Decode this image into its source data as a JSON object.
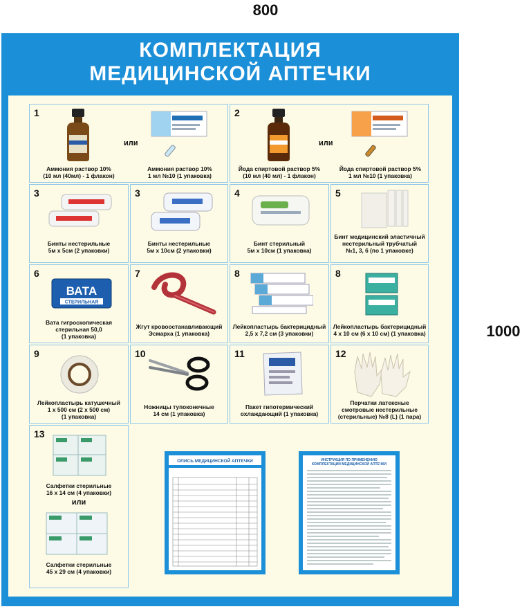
{
  "dimensions": {
    "width_label": "800",
    "height_label": "1000"
  },
  "poster": {
    "title_line1": "КОМПЛЕКТАЦИЯ",
    "title_line2": "МЕДИЦИНСКОЙ АПТЕЧКИ",
    "colors": {
      "frame": "#1b8fd7",
      "background": "#fdfbe5",
      "grid": "#8cc6ea"
    }
  },
  "items": {
    "i1": {
      "num": "1",
      "a_l1": "Аммония раствор 10%",
      "a_l2": "(10 мл (40мл) - 1 флакон)",
      "or": "или",
      "b_l1": "Аммония раствор 10%",
      "b_l2": "1 мл №10 (1 упаковка)"
    },
    "i2": {
      "num": "2",
      "a_l1": "Йода спиртовой раствор 5%",
      "a_l2": "(10 мл (40 мл) - 1 флакон)",
      "or": "или",
      "b_l1": "Йода спиртовой раствор 5%",
      "b_l2": "1 мл №10 (1 упаковка)"
    },
    "i3a": {
      "num": "3",
      "l1": "Бинты нестерильные",
      "l2": "5м х 5см (2 упаковки)"
    },
    "i3b": {
      "num": "3",
      "l1": "Бинты нестерильные",
      "l2": "5м х 10см (2 упаковки)"
    },
    "i4": {
      "num": "4",
      "l1": "Бинт стерильный",
      "l2": "5м х 10см (1 упаковка)"
    },
    "i5": {
      "num": "5",
      "l1": "Бинт медицинский эластичный",
      "l2": "нестерильный трубчатый",
      "l3": "№1, 3, 6 (по 1 упаковке)"
    },
    "i6": {
      "num": "6",
      "l1": "Вата гигроскопическая",
      "l2": "стерильная 50,0",
      "l3": "(1 упаковка)",
      "pack_text": "ВАТА",
      "pack_sub": "СТЕРИЛЬНАЯ"
    },
    "i7": {
      "num": "7",
      "l1": "Жгут кровоостанавливающий",
      "l2": "Эсмарха (1 упаковка)"
    },
    "i8a": {
      "num": "8",
      "l1": "Лейкопластырь бактерицидный",
      "l2": "2,5 х 7,2 см (3 упаковки)"
    },
    "i8b": {
      "num": "8",
      "l1": "Лейкопластырь бактерицидный",
      "l2": "4 х 10 см (6 х 10 см) (1 упаковка)"
    },
    "i9": {
      "num": "9",
      "l1": "Лейкопластырь катушечный",
      "l2": "1 х 500 см (2 х 500 см)",
      "l3": "(1 упаковка)"
    },
    "i10": {
      "num": "10",
      "l1": "Ножницы тупоконечные",
      "l2": "14 см (1 упаковка)"
    },
    "i11": {
      "num": "11",
      "l1": "Пакет гипотермический",
      "l2": "охлаждающий (1 упаковка)"
    },
    "i12": {
      "num": "12",
      "l1": "Перчатки латексные",
      "l2": "смотровые нестерильные",
      "l3": "(стерильные) №8 (L) (1 пара)"
    },
    "i13": {
      "num": "13",
      "a_l1": "Салфетки стерильные",
      "a_l2": "16 х 14 см (4 упаковки)",
      "or": "или",
      "b_l1": "Салфетки стерильные",
      "b_l2": "45 х 29 см (4 упаковки)"
    }
  },
  "pockets": {
    "p1": {
      "title": "ОПИСЬ МЕДИЦИНСКОЙ АПТЕЧКИ"
    },
    "p2": {
      "title": "ИНСТРУКЦИЯ ПО ПРИМЕНЕНИЮ",
      "title2": "КОМПЛЕКТАЦИИ МЕДИЦИНСКОЙ АПТЕЧКИ"
    }
  }
}
